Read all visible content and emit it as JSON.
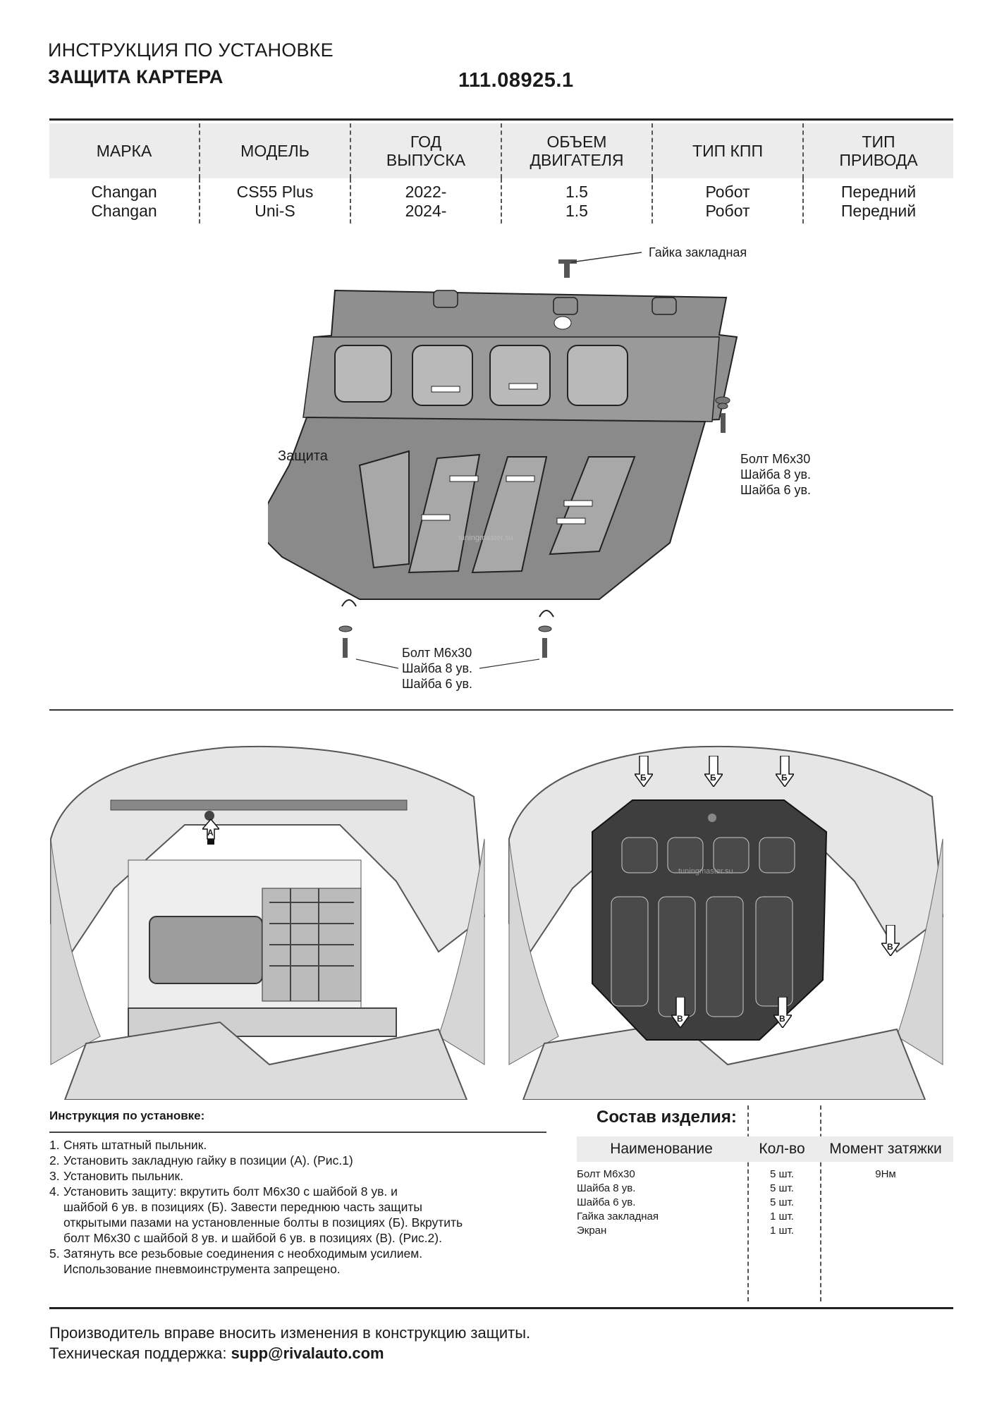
{
  "header": {
    "line1": "ИНСТРУКЦИЯ ПО УСТАНОВКЕ",
    "line2": "ЗАЩИТА КАРТЕРА",
    "article": "111.08925.1"
  },
  "spec_table": {
    "headers": [
      "МАРКА",
      "МОДЕЛЬ",
      "ГОД\nВЫПУСКА",
      "ОБЪЕМ\nДВИГАТЕЛЯ",
      "ТИП КПП",
      "ТИП\nПРИВОДА"
    ],
    "rows": [
      [
        "Changan",
        "CS55 Plus",
        "2022-",
        "1.5",
        "Робот",
        "Передний"
      ],
      [
        "Changan",
        "Uni-S",
        "2024-",
        "1.5",
        "Робот",
        "Передний"
      ]
    ]
  },
  "diagram": {
    "nut_label": "Гайка закладная",
    "shield_label": "Защита",
    "right_fastener": [
      "Болт М6х30",
      "Шайба 8 ув.",
      "Шайба 6 ув."
    ],
    "bottom_fastener": [
      "Болт М6х30",
      "Шайба 8 ув.",
      "Шайба 6 ув."
    ],
    "watermark": "tuningmaster.su"
  },
  "photos": {
    "left_marker": "А",
    "right_markers_top": [
      "Б",
      "Б",
      "Б"
    ],
    "right_markers_bottom": [
      "В",
      "В",
      "В"
    ],
    "watermark": "tuningmaster.su"
  },
  "instructions": {
    "title": "Инструкция по установке:",
    "steps": [
      {
        "num": "1.",
        "text": "Снять штатный пыльник."
      },
      {
        "num": "2.",
        "text": "Установить закладную гайку в позиции (А). (Рис.1)"
      },
      {
        "num": "3.",
        "text": "Установить пыльник."
      },
      {
        "num": "4.",
        "text": "Установить защиту: вкрутить болт М6х30 с шайбой 8 ув. и\nшайбой 6 ув. в позициях (Б). Завести переднюю часть защиты\nоткрытыми пазами на установленные болты в позициях (Б). Вкрутить\nболт М6х30 с шайбой 8 ув. и шайбой 6 ув. в позициях (В). (Рис.2)."
      },
      {
        "num": "5.",
        "text": "Затянуть все резьбовые соединения с необходимым усилием.\nИспользование пневмоинструмента запрещено."
      }
    ]
  },
  "composition": {
    "title": "Состав изделия:",
    "headers": [
      "Наименование",
      "Кол-во",
      "Момент затяжки"
    ],
    "rows": [
      [
        "Болт М6х30",
        "5 шт.",
        "9Нм"
      ],
      [
        "Шайба 8 ув.",
        "5 шт.",
        ""
      ],
      [
        "Шайба 6 ув.",
        "5 шт.",
        ""
      ],
      [
        "Гайка закладная",
        "1 шт.",
        ""
      ],
      [
        "Экран",
        "1 шт.",
        ""
      ]
    ]
  },
  "footer": {
    "line1": "Производитель вправе вносить изменения в конструкцию защиты.",
    "support_label": "Техническая поддержка: ",
    "support_email": "supp@rivalauto.com"
  }
}
